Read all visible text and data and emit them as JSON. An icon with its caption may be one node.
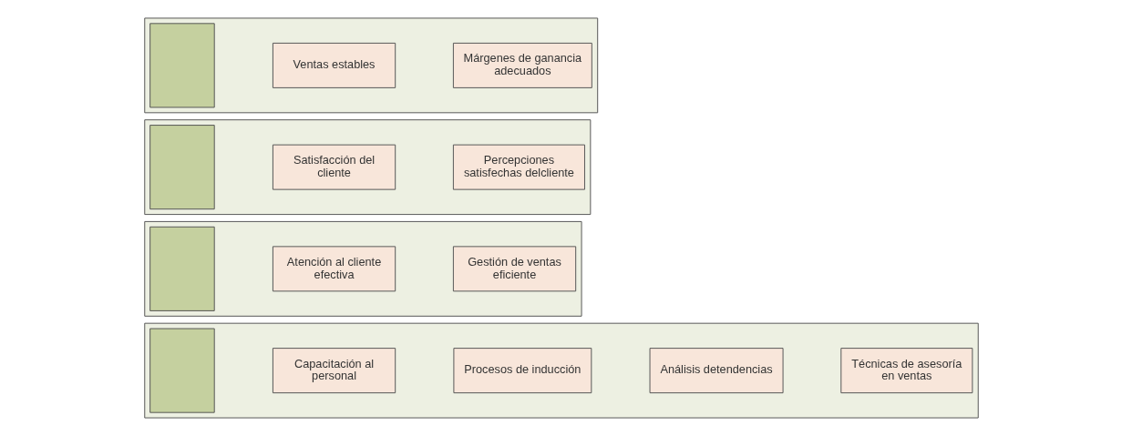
{
  "diagram": {
    "nodes": [
      {
        "text": [],
        "shape": "band"
      },
      {
        "text": [],
        "shape": "box",
        "in": 0
      },
      {
        "text": [
          "Ventas estables"
        ],
        "in": 0
      },
      {
        "text": [
          "Márgenes de ganancia adecuados"
        ],
        "in": 0
      },
      {
        "text": [],
        "shape": "band"
      },
      {
        "text": [],
        "shape": "box",
        "in": 4
      },
      {
        "text": [
          "Satisfacción del cliente"
        ],
        "in": 4
      },
      {
        "text": [
          "Percepciones satisfechas delcliente"
        ],
        "in": 4
      },
      {
        "text": [],
        "shape": "band"
      },
      {
        "text": [],
        "shape": "box",
        "in": 8
      },
      {
        "text": [
          "Atención al cliente efectiva"
        ],
        "in": 8
      },
      {
        "text": [
          "Gestión de ventas eficiente"
        ],
        "in": 8
      },
      {
        "text": [],
        "shape": "band"
      },
      {
        "text": [],
        "shape": "box",
        "in": 12
      },
      {
        "text": [
          "Capacitación al personal"
        ],
        "in": 12
      },
      {
        "text": [
          "Procesos de inducción"
        ],
        "in": 12
      },
      {
        "text": [
          "Análisis detendencias"
        ],
        "in": 12
      },
      {
        "text": [
          "Técnicas de asesoría en ventas"
        ],
        "in": 12
      }
    ]
  }
}
